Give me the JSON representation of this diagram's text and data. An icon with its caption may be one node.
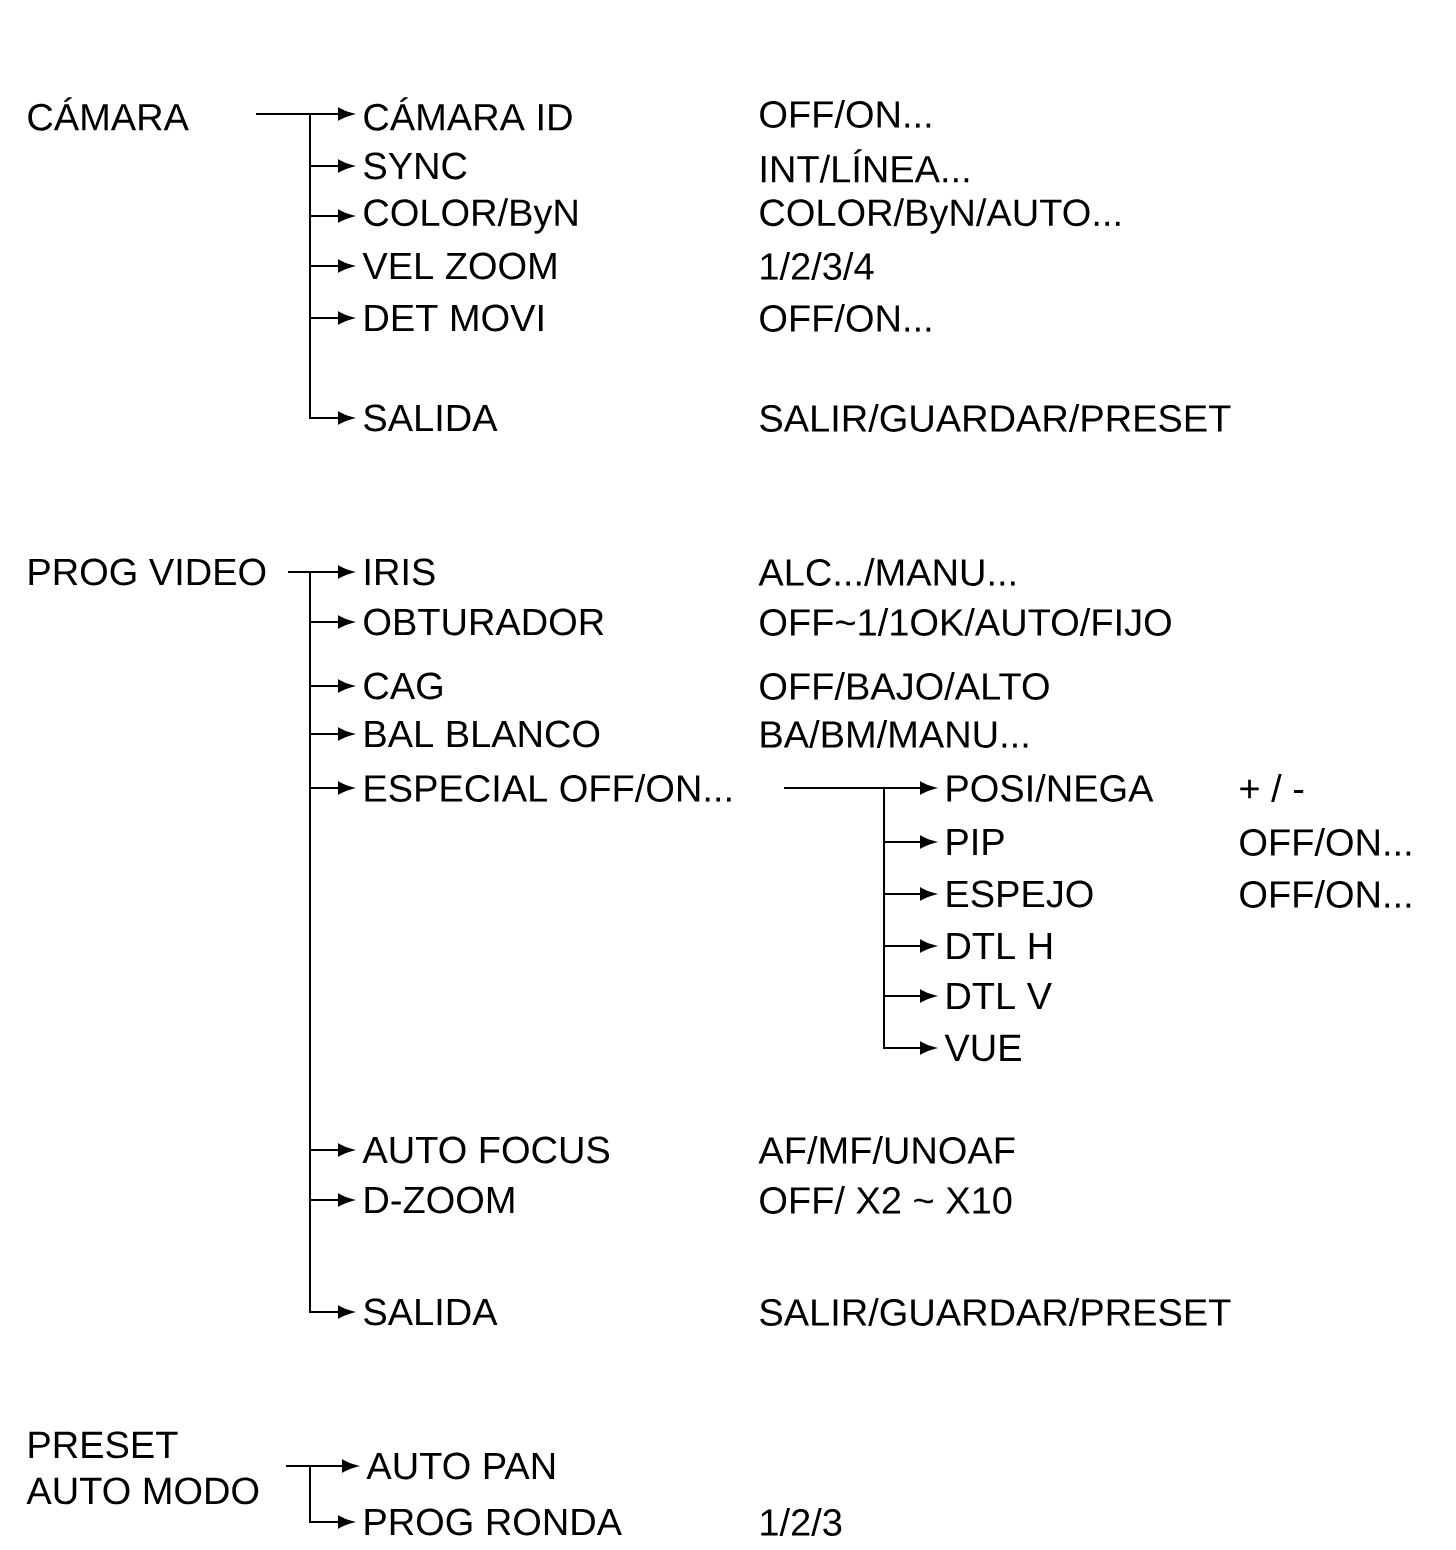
{
  "diagram": {
    "nodes": [
      {
        "text": [
          "CÁMARA"
        ]
      },
      {
        "text": [
          "CÁMARA ID"
        ]
      },
      {
        "text": [
          "SYNC"
        ]
      },
      {
        "text": [
          "COLOR/ByN"
        ]
      },
      {
        "text": [
          "VEL ZOOM"
        ]
      },
      {
        "text": [
          "DET MOVI"
        ]
      },
      {
        "text": [
          "SALIDA"
        ]
      },
      {
        "text": [
          "PROG VIDEO"
        ]
      },
      {
        "text": [
          "IRIS"
        ]
      },
      {
        "text": [
          "OBTURADOR"
        ]
      },
      {
        "text": [
          "CAG"
        ]
      },
      {
        "text": [
          "BAL BLANCO"
        ]
      },
      {
        "text": [
          "ESPECIAL OFF/ON..."
        ]
      },
      {
        "text": [
          "POSI/NEGA"
        ]
      },
      {
        "text": [
          "PIP"
        ]
      },
      {
        "text": [
          "ESPEJO"
        ]
      },
      {
        "text": [
          "DTL H"
        ]
      },
      {
        "text": [
          "DTL V"
        ]
      },
      {
        "text": [
          "VUE"
        ]
      },
      {
        "text": [
          "AUTO FOCUS"
        ]
      },
      {
        "text": [
          "D-ZOOM"
        ]
      },
      {
        "text": [
          "SALIDA"
        ]
      },
      {
        "text": [
          "PRESET",
          "AUTO MODO"
        ]
      },
      {
        "text": [
          "AUTO PAN"
        ]
      },
      {
        "text": [
          "PROG RONDA"
        ]
      }
    ],
    "edges": [
      {
        "from": 0,
        "to": 1,
        "arrow": "to"
      },
      {
        "from": 0,
        "to": 2,
        "arrow": "to"
      },
      {
        "from": 0,
        "to": 3,
        "arrow": "to"
      },
      {
        "from": 0,
        "to": 4,
        "arrow": "to"
      },
      {
        "from": 0,
        "to": 5,
        "arrow": "to"
      },
      {
        "from": 0,
        "to": 6,
        "arrow": "to"
      },
      {
        "from": 7,
        "to": 8,
        "arrow": "to"
      },
      {
        "from": 7,
        "to": 9,
        "arrow": "to"
      },
      {
        "from": 7,
        "to": 10,
        "arrow": "to"
      },
      {
        "from": 7,
        "to": 11,
        "arrow": "to"
      },
      {
        "from": 7,
        "to": 12,
        "arrow": "to"
      },
      {
        "from": 12,
        "to": 13,
        "arrow": "to"
      },
      {
        "from": 12,
        "to": 14,
        "arrow": "to"
      },
      {
        "from": 12,
        "to": 15,
        "arrow": "to"
      },
      {
        "from": 12,
        "to": 16,
        "arrow": "to"
      },
      {
        "from": 12,
        "to": 17,
        "arrow": "to"
      },
      {
        "from": 12,
        "to": 18,
        "arrow": "to"
      },
      {
        "from": 7,
        "to": 19,
        "arrow": "to"
      },
      {
        "from": 7,
        "to": 20,
        "arrow": "to"
      },
      {
        "from": 7,
        "to": 21,
        "arrow": "to"
      },
      {
        "from": 22,
        "to": 23,
        "arrow": "to"
      },
      {
        "from": 22,
        "to": 24,
        "arrow": "to"
      }
    ],
    "labels": [
      "OFF/ON...",
      "INT/LÍNEA...",
      "COLOR/ByN/AUTO...",
      "1/2/3/4",
      "OFF/ON...",
      "SALIR/GUARDAR/PRESET",
      "ALC.../MANU...",
      "OFF~1/1OK/AUTO/FIJO",
      "OFF/BAJO/ALTO",
      "BA/BM/MANU...",
      "+ / -",
      "OFF/ON...",
      "OFF/ON...",
      "AF/MF/UNOAF",
      "OFF/ X2 ~ X10",
      "SALIR/GUARDAR/PRESET",
      "1/2/3"
    ]
  }
}
